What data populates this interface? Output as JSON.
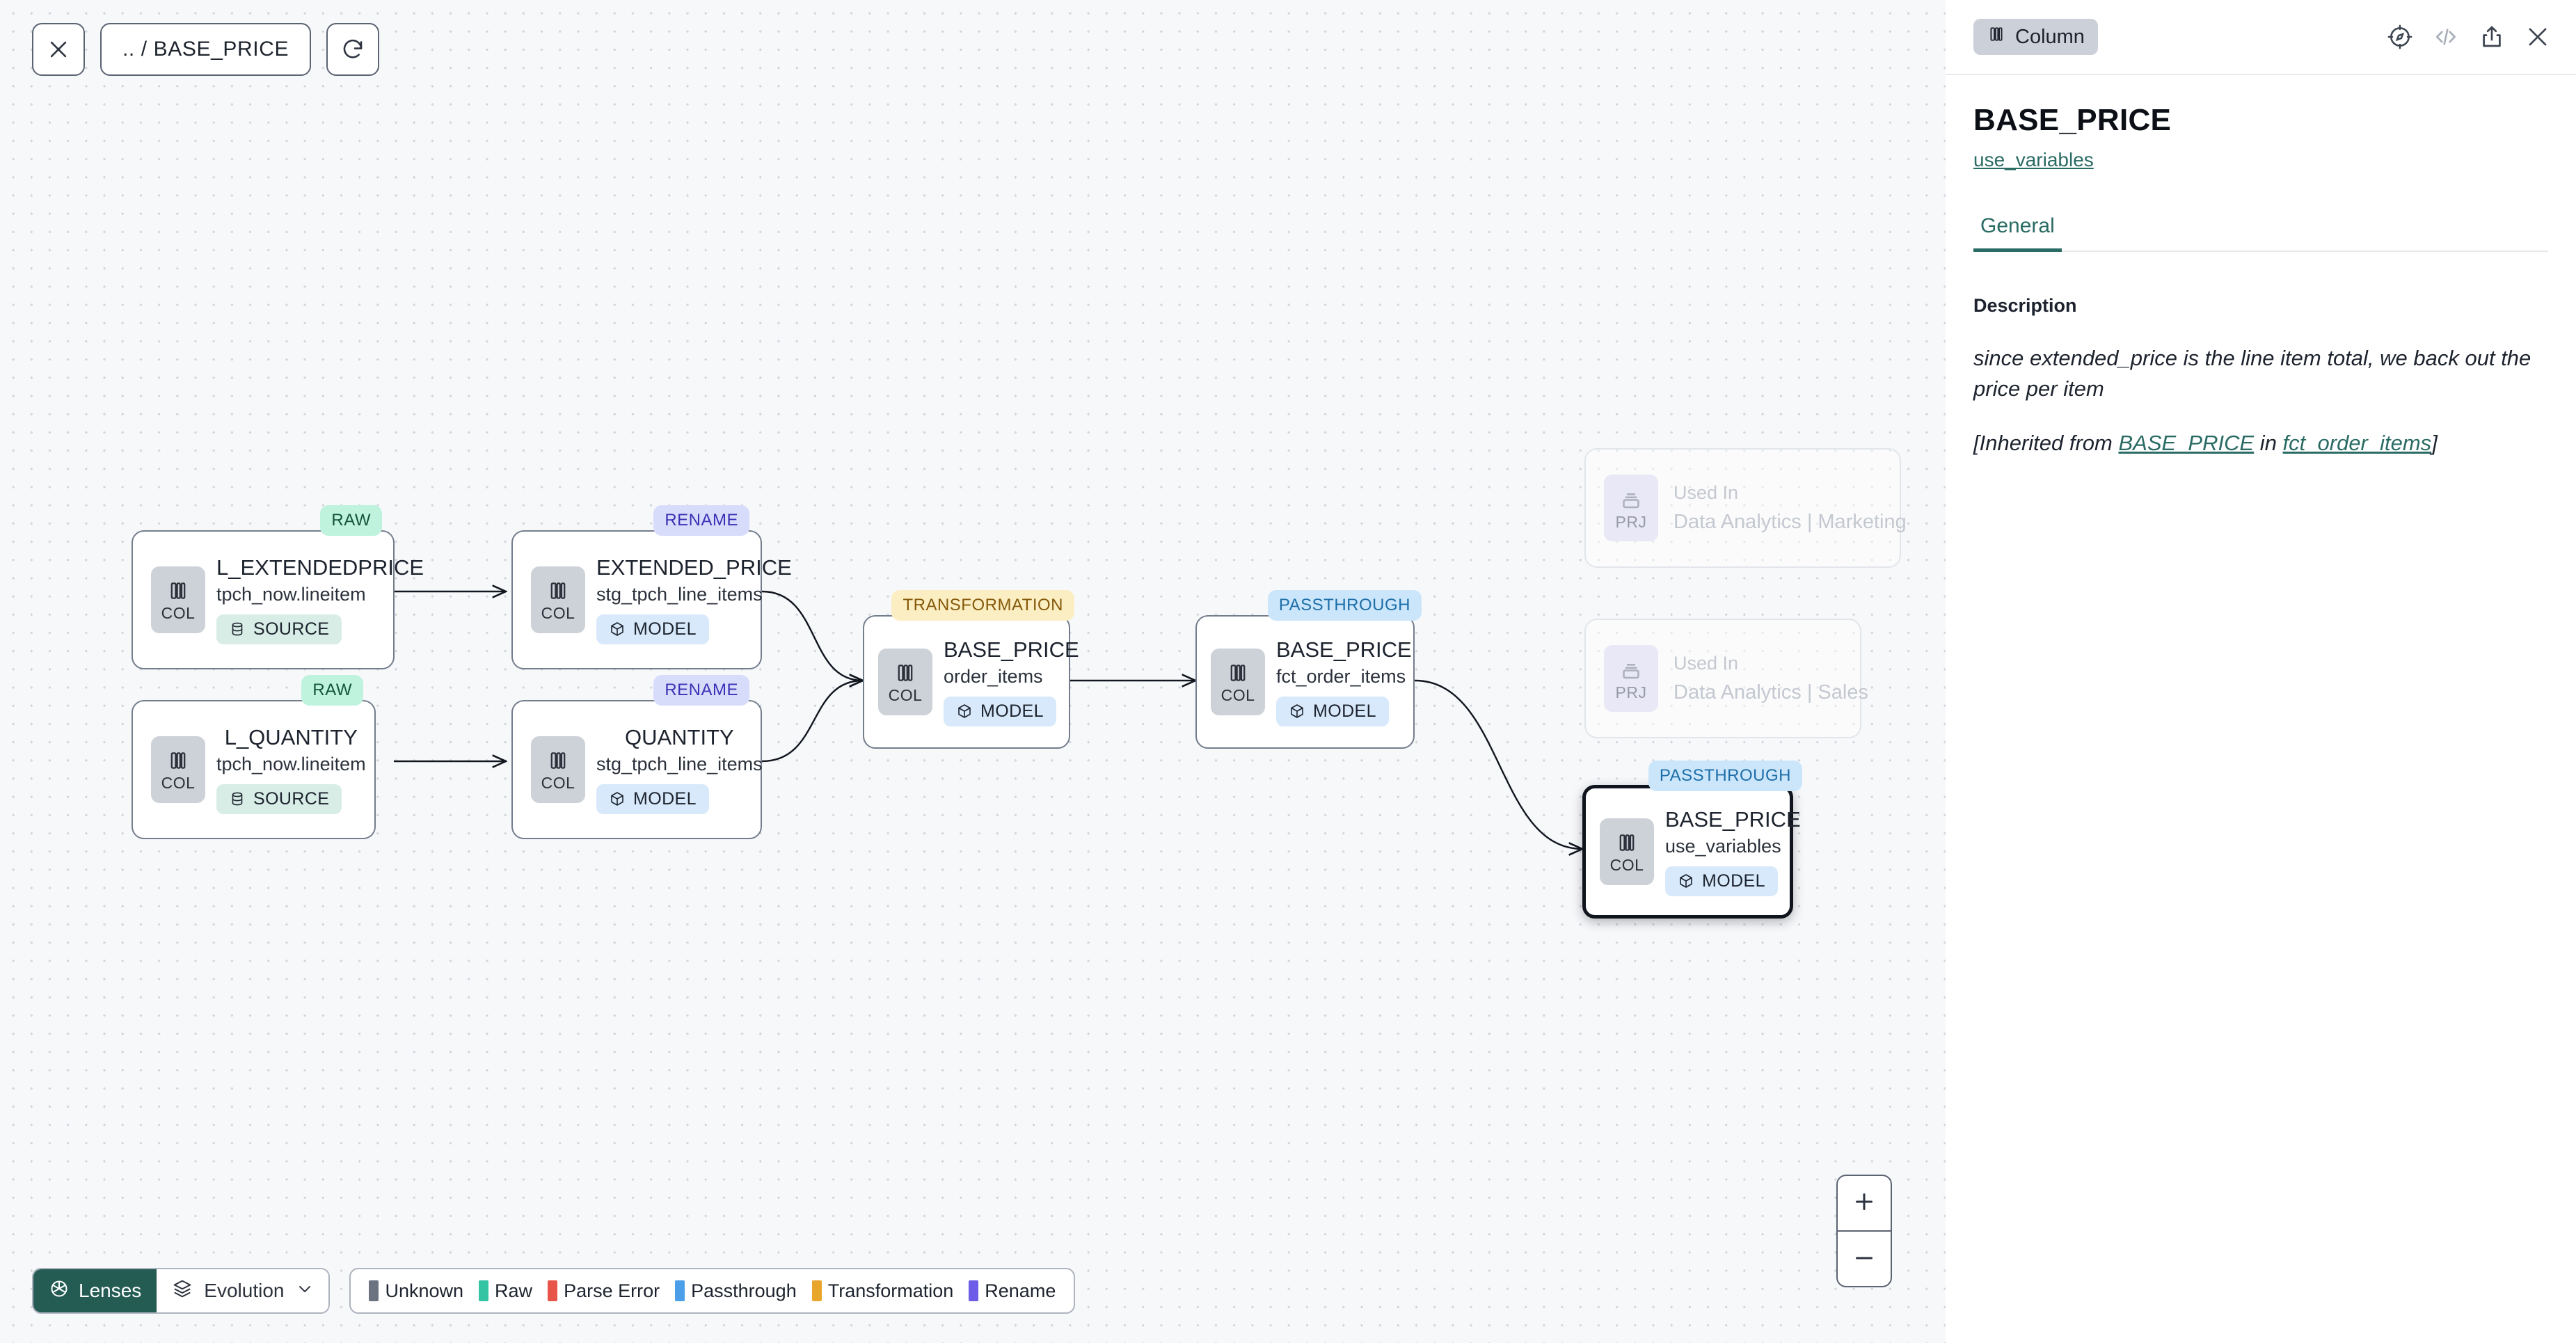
{
  "toolbar": {
    "close_icon": "close-icon",
    "breadcrumb_path": ".. / BASE_PRICE",
    "refresh_icon": "refresh-icon"
  },
  "graph": {
    "nodes": [
      {
        "id": "l_extendedprice",
        "badge": "RAW",
        "badge_kind": "raw",
        "icon_label": "COL",
        "title": "L_EXTENDEDPRICE",
        "subtitle": "tpch_now.lineitem",
        "pill": "SOURCE",
        "pill_kind": "source"
      },
      {
        "id": "extended_price",
        "badge": "RENAME",
        "badge_kind": "rename",
        "icon_label": "COL",
        "title": "EXTENDED_PRICE",
        "subtitle": "stg_tpch_line_items",
        "pill": "MODEL",
        "pill_kind": "model"
      },
      {
        "id": "l_quantity",
        "badge": "RAW",
        "badge_kind": "raw",
        "icon_label": "COL",
        "title": "L_QUANTITY",
        "subtitle": "tpch_now.lineitem",
        "pill": "SOURCE",
        "pill_kind": "source"
      },
      {
        "id": "quantity",
        "badge": "RENAME",
        "badge_kind": "rename",
        "icon_label": "COL",
        "title": "QUANTITY",
        "subtitle": "stg_tpch_line_items",
        "pill": "MODEL",
        "pill_kind": "model"
      },
      {
        "id": "base_price_order_items",
        "badge": "TRANSFORMATION",
        "badge_kind": "transformation",
        "icon_label": "COL",
        "title": "BASE_PRICE",
        "subtitle": "order_items",
        "pill": "MODEL",
        "pill_kind": "model"
      },
      {
        "id": "base_price_fct_order_items",
        "badge": "PASSTHROUGH",
        "badge_kind": "passthrough",
        "icon_label": "COL",
        "title": "BASE_PRICE",
        "subtitle": "fct_order_items",
        "pill": "MODEL",
        "pill_kind": "model"
      },
      {
        "id": "base_price_use_variables",
        "badge": "PASSTHROUGH",
        "badge_kind": "passthrough",
        "icon_label": "COL",
        "title": "BASE_PRICE",
        "subtitle": "use_variables",
        "pill": "MODEL",
        "pill_kind": "model",
        "selected": true
      }
    ],
    "used_in": [
      {
        "id": "used-in-marketing",
        "icon_label": "PRJ",
        "line1": "Used In",
        "line2": "Data Analytics | Marketing"
      },
      {
        "id": "used-in-sales",
        "icon_label": "PRJ",
        "line1": "Used In",
        "line2": "Data Analytics | Sales"
      }
    ],
    "zoom_in_label": "+",
    "zoom_out_label": "−"
  },
  "bottombar": {
    "lenses_label": "Lenses",
    "evolution_label": "Evolution",
    "legend": [
      {
        "label": "Unknown",
        "color": "#6b7280"
      },
      {
        "label": "Raw",
        "color": "#34c3a3"
      },
      {
        "label": "Parse Error",
        "color": "#e8544a"
      },
      {
        "label": "Passthrough",
        "color": "#4a9fe8"
      },
      {
        "label": "Transformation",
        "color": "#e8a62c"
      },
      {
        "label": "Rename",
        "color": "#6c5ce7"
      }
    ]
  },
  "panel": {
    "kind_label": "Column",
    "icons": [
      "compass-icon",
      "code-icon",
      "share-icon",
      "close-icon"
    ],
    "title": "BASE_PRICE",
    "model_link": "use_variables",
    "tabs": [
      {
        "label": "General",
        "active": true
      }
    ],
    "description_label": "Description",
    "description_text": "since extended_price is the line item total, we back out the price per item",
    "inherited_prefix": "[Inherited from ",
    "inherited_column": "BASE_PRICE",
    "inherited_mid": " in ",
    "inherited_model": "fct_order_items",
    "inherited_suffix": "]"
  },
  "colors": {
    "accent": "#2a6b64",
    "lenses_bg": "#245c54",
    "selected_border": "#10141c"
  }
}
